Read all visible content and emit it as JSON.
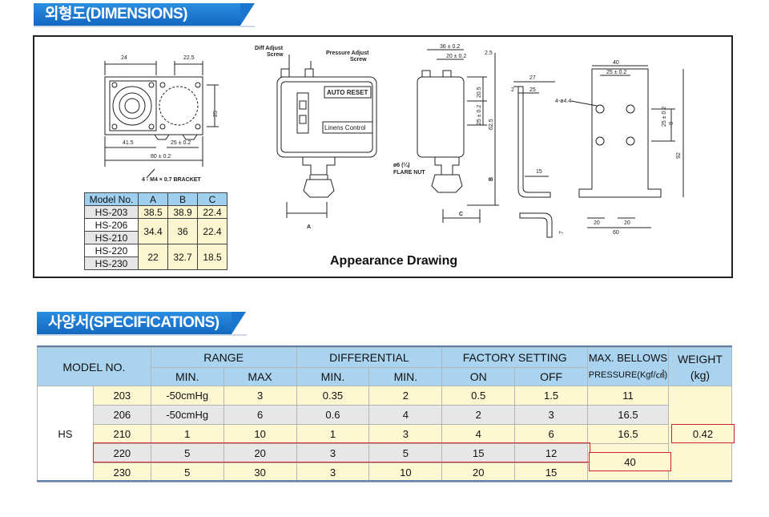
{
  "sections": {
    "dimensions_title": "외형도(DIMENSIONS)",
    "specifications_title": "사양서(SPECIFICATIONS)"
  },
  "drawing": {
    "caption": "Appearance Drawing",
    "labels": {
      "diff_adjust": "Diff Adjust",
      "screw1": "Screw",
      "pressure_adjust": "Pressure Adjust",
      "screw2": "Screw",
      "auto_reset": "AUTO RESET",
      "linens_control": "Linens Control",
      "flare1": "ø6 (¼)",
      "flare2": "FLARE NUT",
      "bracket": "4 - M4 × 0.7  BRACKET",
      "holes": "4-ø4.4",
      "d24": "24",
      "d22_5": "22.5",
      "d25": "25",
      "d41_5": "41.5",
      "d25pm": "25 ± 0.2",
      "d80": "80 ± 0.2",
      "d36": "36 ± 0.2",
      "d20pm": "20 ± 0.2",
      "d2_5": "2.5",
      "d20_5": "20.5",
      "d25pm_v": "25 ± 0.2",
      "d62_5": "62.5",
      "dB": "B",
      "dA": "A",
      "dC": "C",
      "d27": "27",
      "d2": "2",
      "d25b": "25",
      "d15": "15",
      "d40": "40",
      "d25pm2": "25 ± 0.2",
      "d8": "8",
      "d25pmv2": "25 ± 0.2",
      "d92": "92",
      "d20a": "20",
      "d20b": "20",
      "d60": "60",
      "d7": "7"
    }
  },
  "dim_table": {
    "headers": [
      "Model No.",
      "A",
      "B",
      "C"
    ],
    "rows": [
      {
        "models": [
          "HS-203"
        ],
        "a": "38.5",
        "b": "38.9",
        "c": "22.4"
      },
      {
        "models": [
          "HS-206",
          "HS-210"
        ],
        "a": "34.4",
        "b": "36",
        "c": "22.4"
      },
      {
        "models": [
          "HS-220",
          "HS-230"
        ],
        "a": "22",
        "b": "32.7",
        "c": "18.5"
      }
    ]
  },
  "spec_table": {
    "headers": {
      "model_no": "MODEL NO.",
      "range": "RANGE",
      "differential": "DIFFERENTIAL",
      "factory_setting": "FACTORY SETTING",
      "max_bellows_1": "MAX. BELLOWS",
      "max_bellows_2": "PRESSURE(Kgf/㎠)",
      "weight_1": "WEIGHT",
      "weight_2": "(kg)",
      "range_min": "MIN.",
      "range_max": "MAX",
      "diff_min": "MIN.",
      "diff_min2": "MIN.",
      "on": "ON",
      "off": "OFF"
    },
    "series": "HS",
    "rows": [
      {
        "model": "203",
        "range_min": "-50cmHg",
        "range_max": "3",
        "diff_min": "0.35",
        "diff_min2": "2",
        "on": "0.5",
        "off": "1.5",
        "bellows": "11"
      },
      {
        "model": "206",
        "range_min": "-50cmHg",
        "range_max": "6",
        "diff_min": "0.6",
        "diff_min2": "4",
        "on": "2",
        "off": "3",
        "bellows": "16.5"
      },
      {
        "model": "210",
        "range_min": "1",
        "range_max": "10",
        "diff_min": "1",
        "diff_min2": "3",
        "on": "4",
        "off": "6",
        "bellows": "16.5"
      },
      {
        "model": "220",
        "range_min": "5",
        "range_max": "20",
        "diff_min": "3",
        "diff_min2": "5",
        "on": "15",
        "off": "12"
      },
      {
        "model": "230",
        "range_min": "5",
        "range_max": "30",
        "diff_min": "3",
        "diff_min2": "10",
        "on": "20",
        "off": "15"
      }
    ],
    "bellows_220_230": "40",
    "weight": "0.42"
  },
  "colors": {
    "tab_blue": "#1a75cf",
    "header_blue": "#a9d3ee",
    "row_yellow": "#fdf7d2",
    "row_gray": "#e7e7e7",
    "highlight_red": "#d0202a"
  }
}
